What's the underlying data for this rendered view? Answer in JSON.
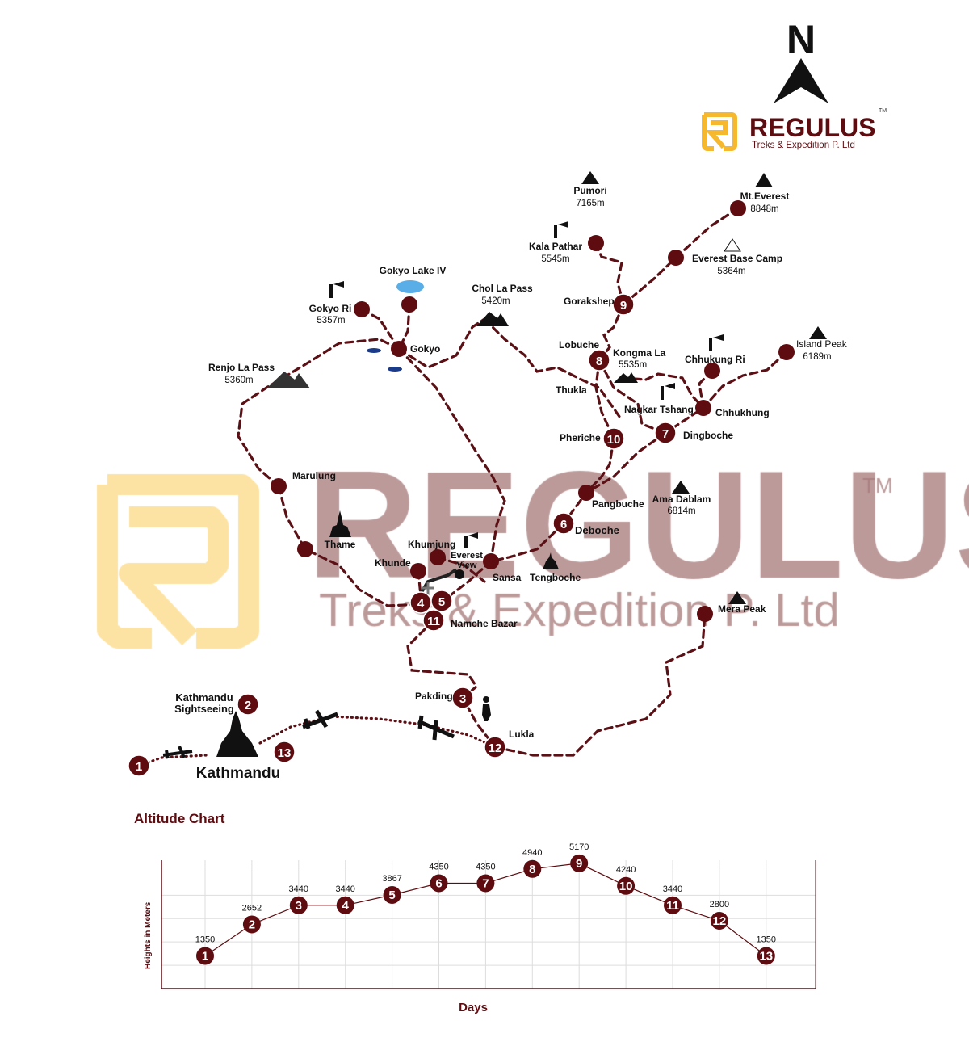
{
  "brand": {
    "compass": "N",
    "name": "REGULUS",
    "tm": "TM",
    "tagline": "Treks & Expedition P. Ltd",
    "logo_color": "#f5b82e",
    "name_color": "#5e0c10"
  },
  "watermark": {
    "name": "REGULUS",
    "tm": "TM",
    "tagline": "Treks & Expedition P. Ltd"
  },
  "colors": {
    "route": "#5a1015",
    "marker": "#5e0c10"
  },
  "map": {
    "stops": [
      {
        "num": "1"
      },
      {
        "num": "2"
      },
      {
        "num": "3"
      },
      {
        "num": "4"
      },
      {
        "num": "5"
      },
      {
        "num": "6"
      },
      {
        "num": "7"
      },
      {
        "num": "8"
      },
      {
        "num": "9"
      },
      {
        "num": "10"
      },
      {
        "num": "11"
      },
      {
        "num": "12"
      },
      {
        "num": "13"
      }
    ],
    "places": {
      "pumori": {
        "name": "Pumori",
        "alt": "7165m"
      },
      "everest": {
        "name": "Mt.Everest",
        "alt": "8848m"
      },
      "kala_pathar": {
        "name": "Kala Pathar",
        "alt": "5545m"
      },
      "ebc": {
        "name": "Everest Base Camp",
        "alt": "5364m"
      },
      "gokyo_lake": {
        "name": "Gokyo Lake IV"
      },
      "chola": {
        "name": "Chol La Pass",
        "alt": "5420m"
      },
      "gokyo_ri": {
        "name": "Gokyo Ri",
        "alt": "5357m"
      },
      "gorakshep": {
        "name": "Gorakshep"
      },
      "gokyo": {
        "name": "Gokyo"
      },
      "lobuche": {
        "name": "Lobuche"
      },
      "kongma": {
        "name": "Kongma La",
        "alt": "5535m"
      },
      "chhukung_ri": {
        "name": "Chhukung Ri"
      },
      "island_peak": {
        "name": "Island Peak",
        "alt": "6189m"
      },
      "renjo": {
        "name": "Renjo La Pass",
        "alt": "5360m"
      },
      "thukla": {
        "name": "Thukla"
      },
      "nagkar": {
        "name": "Nagkar Tshang"
      },
      "chhukhung": {
        "name": "Chhukhung"
      },
      "pheriche": {
        "name": "Pheriche"
      },
      "dingboche": {
        "name": "Dingboche"
      },
      "marulung": {
        "name": "Marulung"
      },
      "pangbuche": {
        "name": "Pangbuche"
      },
      "ama_dablam": {
        "name": "Ama Dablam",
        "alt": "6814m"
      },
      "deboche": {
        "name": "Deboche"
      },
      "thame": {
        "name": "Thame"
      },
      "khumjung": {
        "name": "Khumjung"
      },
      "everest_view": {
        "name": "Everest View"
      },
      "khunde": {
        "name": "Khunde"
      },
      "sansa": {
        "name": "Sansa"
      },
      "tengboche": {
        "name": "Tengboche"
      },
      "mera": {
        "name": "Mera Peak"
      },
      "namche": {
        "name": "Namche Bazar"
      },
      "kathmandu_sight": {
        "name": "Kathmandu Sightseeing"
      },
      "pakding": {
        "name": "Pakding"
      },
      "lukla": {
        "name": "Lukla"
      },
      "kathmandu": {
        "name": "Kathmandu"
      }
    }
  },
  "chart_data": {
    "type": "line",
    "title": "Altitude Chart",
    "xlabel": "Days",
    "ylabel": "Heights in Meters",
    "categories": [
      "1",
      "2",
      "3",
      "4",
      "5",
      "6",
      "7",
      "8",
      "9",
      "10",
      "11",
      "12",
      "13"
    ],
    "values": [
      1350,
      2652,
      3440,
      3440,
      3867,
      4350,
      4350,
      4940,
      5170,
      4240,
      3440,
      2800,
      1350
    ],
    "ylim": [
      0,
      5300
    ],
    "grid": true,
    "legend": "none"
  }
}
